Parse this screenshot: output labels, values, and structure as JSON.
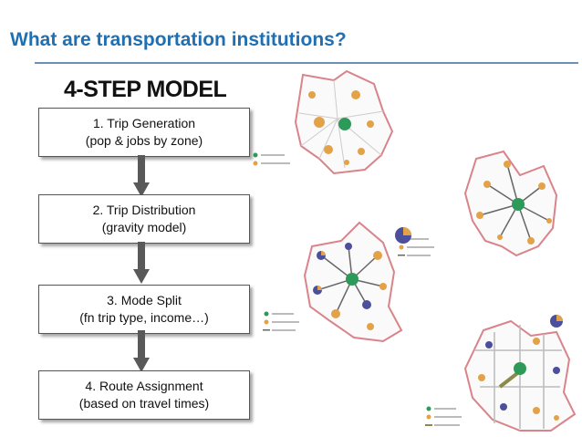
{
  "slide": {
    "title": "What are transportation institutions?",
    "subtitle": "4-STEP MODEL"
  },
  "steps": [
    {
      "line1": "1. Trip Generation",
      "line2": "(pop & jobs by zone)"
    },
    {
      "line1": "2. Trip Distribution",
      "line2": "(gravity model)"
    },
    {
      "line1": "3. Mode Split",
      "line2": "(fn trip type, income…)"
    },
    {
      "line1": "4. Route Assignment",
      "line2": "(based on travel times)"
    }
  ],
  "colors": {
    "title": "#1f6fb2",
    "rule": "#6e8fb5",
    "arrow": "#595959",
    "zone_outline": "#d9838a",
    "attraction": "#2e9a5a",
    "production": "#e3a248",
    "pie_other": "#4b4f9c"
  }
}
